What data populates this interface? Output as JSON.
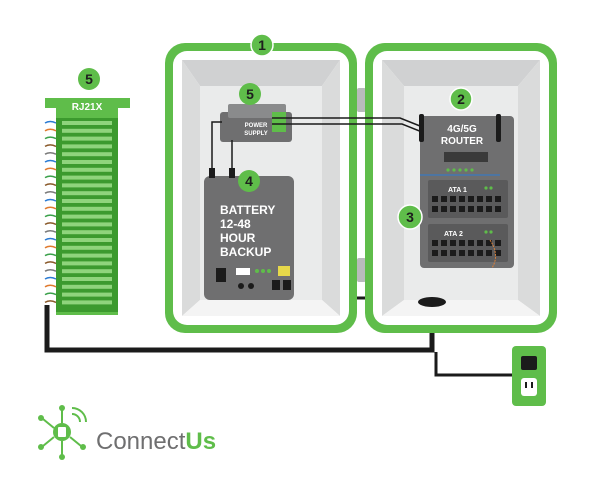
{
  "colors": {
    "green": "#5fbd4a",
    "dark_green": "#3c9a2e",
    "panel_gray": "#6f6f70",
    "cable_black": "#1b1b1b",
    "cabinet_inner": "#e9eaea"
  },
  "callouts": {
    "c1": "1",
    "c2": "2",
    "c3": "3",
    "c4": "4",
    "c5_rj21x": "5",
    "c5_power": "5"
  },
  "rj21x": {
    "label": "RJ21X"
  },
  "power_supply": {
    "line1": "POWER",
    "line2": "SUPPLY"
  },
  "battery": {
    "line1": "BATTERY",
    "line2": "12-48",
    "line3": "HOUR",
    "line4": "BACKUP"
  },
  "router": {
    "line1": "4G/5G",
    "line2": "ROUTER"
  },
  "ata": {
    "ata1": "ATA 1",
    "ata2": "ATA 2"
  },
  "logo": {
    "part1": "Connect",
    "part2": "Us"
  },
  "icons": [
    "wall-outlet-icon",
    "plug-icon",
    "connectus-logo-icon"
  ]
}
